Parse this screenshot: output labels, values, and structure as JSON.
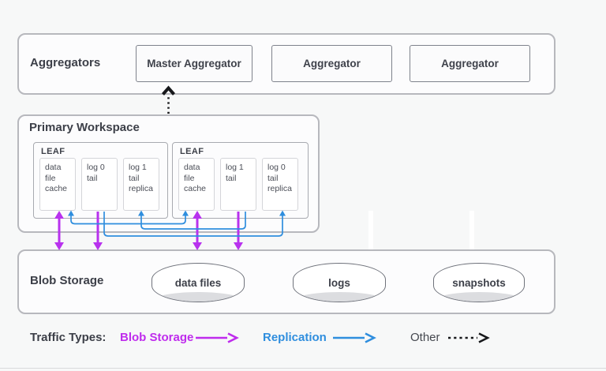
{
  "colors": {
    "background": "#f7f8f8",
    "box_border": "#b7b8bd",
    "node_border": "#7f838c",
    "blob_traffic": "#b832ee",
    "replication": "#2f8ede",
    "other_traffic": "#17181b",
    "title_text": "#3c3f48"
  },
  "aggregators": {
    "title": "Aggregators",
    "nodes": [
      {
        "label": "Master Aggregator"
      },
      {
        "label": "Aggregator"
      },
      {
        "label": "Aggregator"
      }
    ]
  },
  "workspace": {
    "title": "Primary Workspace",
    "leaves": [
      {
        "title": "LEAF",
        "cells": [
          "data file cache",
          "log 0 tail",
          "log 1 tail replica"
        ]
      },
      {
        "title": "LEAF",
        "cells": [
          "data file cache",
          "log 1 tail",
          "log 0 tail replica"
        ]
      }
    ]
  },
  "blob": {
    "title": "Blob Storage",
    "stores": [
      "data files",
      "logs",
      "snapshots"
    ]
  },
  "legend": {
    "title": "Traffic Types:",
    "items": [
      {
        "label": "Blob Storage",
        "color": "#bf2ced",
        "style": "solid"
      },
      {
        "label": "Replication",
        "color": "#2f8ede",
        "style": "solid"
      },
      {
        "label": "Other",
        "color": "#17181b",
        "style": "dashed"
      }
    ]
  }
}
